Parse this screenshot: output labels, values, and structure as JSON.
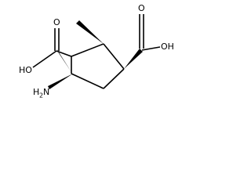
{
  "molecule": {
    "atoms": {
      "ho_left": {
        "main": "HO",
        "sub": ""
      },
      "o_left": {
        "main": "O",
        "sub": ""
      },
      "o_right": {
        "main": "O",
        "sub": ""
      },
      "oh_right": {
        "main": "OH",
        "sub": ""
      },
      "amine": {
        "main": "H",
        "sub": "2",
        "tail": "N"
      }
    },
    "colors": {
      "ink": "#000000",
      "background": "#ffffff"
    }
  }
}
